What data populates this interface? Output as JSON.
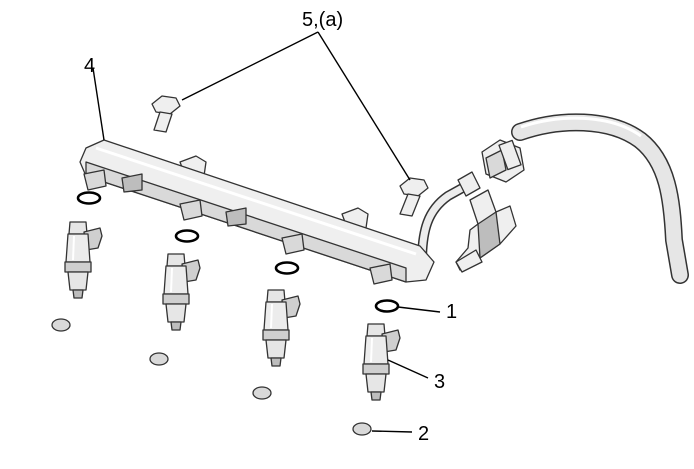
{
  "labels": {
    "rail": "4",
    "bolts": "5,(a)",
    "o_ring": "1",
    "injector": "3",
    "seal": "2"
  }
}
